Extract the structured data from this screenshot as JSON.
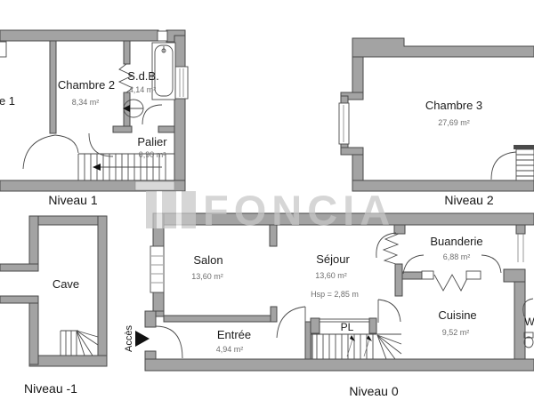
{
  "watermark": {
    "text": "FONCIA"
  },
  "colors": {
    "wall": "#a3a3a3",
    "outline": "#4a4a4a",
    "light-fill": "#d8d8d8",
    "text-dark": "#1c1c1c",
    "text-gray": "#6e6e6e",
    "watermark": "#c7c7c7"
  },
  "levels": {
    "n1": {
      "label": "Niveau 1",
      "rooms": {
        "chambre1": {
          "name": "e 1"
        },
        "chambre2": {
          "name": "Chambre 2",
          "area": "8,34 m²"
        },
        "sdb": {
          "name": "S.d.B.",
          "area": "4,14 m²"
        },
        "palier": {
          "name": "Palier",
          "area": "0,90 m²"
        }
      }
    },
    "n2": {
      "label": "Niveau 2",
      "rooms": {
        "chambre3": {
          "name": "Chambre 3",
          "area": "27,69 m²"
        }
      }
    },
    "nm1": {
      "label": "Niveau -1",
      "rooms": {
        "cave": {
          "name": "Cave"
        }
      }
    },
    "n0": {
      "label": "Niveau 0",
      "access": "Accès",
      "rooms": {
        "salon": {
          "name": "Salon",
          "area": "13,60 m²"
        },
        "sejour": {
          "name": "Séjour",
          "area": "13,60 m²",
          "ceiling": "Hsp = 2,85 m"
        },
        "buanderie": {
          "name": "Buanderie",
          "area": "6,88 m²"
        },
        "cuisine": {
          "name": "Cuisine",
          "area": "9,52 m²"
        },
        "entree": {
          "name": "Entrée",
          "area": "4,94 m²"
        },
        "placard": {
          "name": "PL"
        },
        "wc": {
          "name": "W"
        }
      }
    }
  }
}
